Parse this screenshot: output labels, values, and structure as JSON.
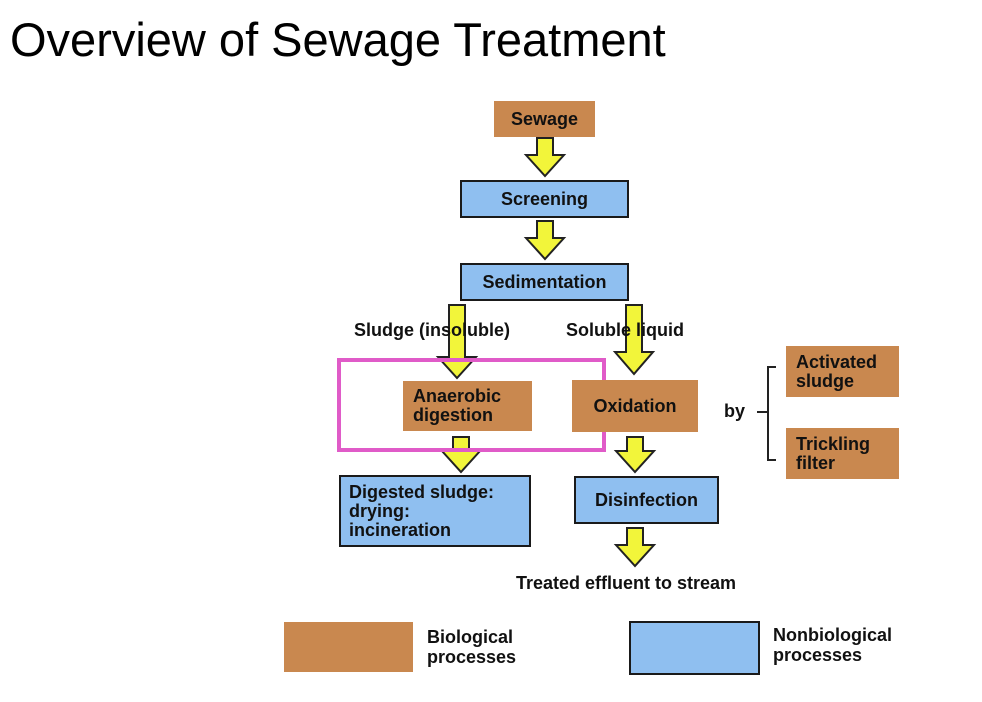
{
  "title": "Overview of Sewage Treatment",
  "colors": {
    "biological": "#c9884f",
    "nonbiological": "#8fbff0",
    "arrow_fill": "#f2f53a",
    "highlight": "#e05bc8"
  },
  "nodes": {
    "sewage": "Sewage",
    "screening": "Screening",
    "sedimentation": "Sedimentation",
    "anaerobic": "Anaerobic\ndigestion",
    "oxidation": "Oxidation",
    "digested": "Digested sludge:\ndrying:\nincineration",
    "disinfection": "Disinfection",
    "activated": "Activated\nsludge",
    "trickling": "Trickling\nfilter"
  },
  "labels": {
    "sludge": "Sludge (insoluble)",
    "soluble": "Soluble liquid",
    "by": "by",
    "effluent": "Treated effluent to stream"
  },
  "legend": {
    "biological": "Biological\nprocesses",
    "nonbiological": "Nonbiological\nprocesses"
  }
}
